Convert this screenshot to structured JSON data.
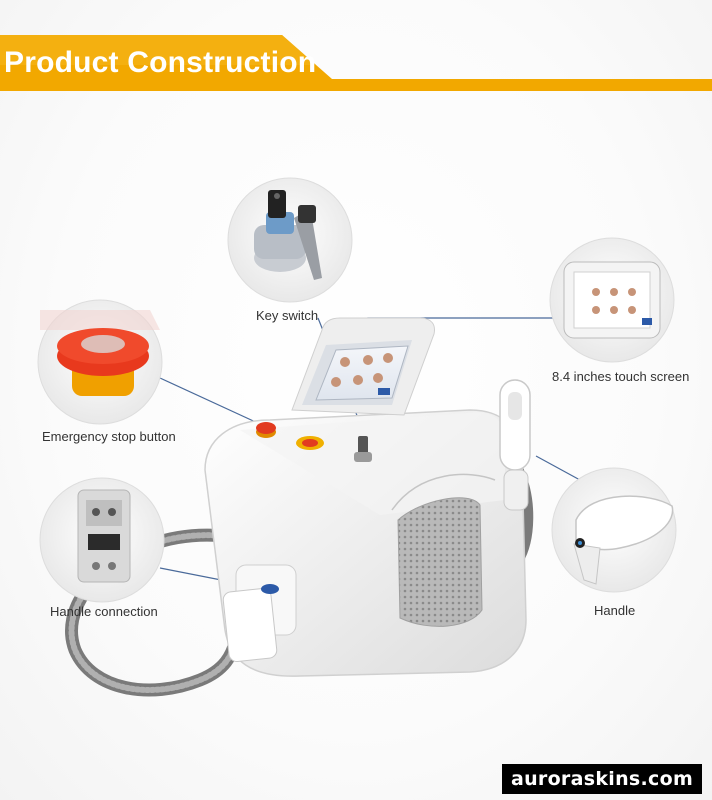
{
  "header": {
    "title": "Product Construction",
    "accent_color": "#f0a500"
  },
  "callouts": {
    "key_switch": "Key switch",
    "touch_screen": "8.4 inches touch screen",
    "emergency_stop": "Emergency stop button",
    "handle_connection": "Handle connection",
    "handle": "Handle"
  },
  "watermark": {
    "text": "auroraskins.com"
  },
  "icons": [
    "key-icon",
    "emergency-stop-icon",
    "touch-screen-icon",
    "connector-icon",
    "handpiece-icon"
  ]
}
